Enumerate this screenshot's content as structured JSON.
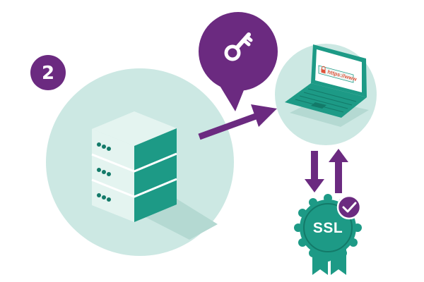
{
  "step": {
    "number": "2"
  },
  "laptop": {
    "url": "https://www"
  },
  "certificate": {
    "label": "SSL"
  },
  "icons": {
    "step": "step-number-badge",
    "server": "server-icon",
    "key": "key-icon",
    "laptop": "laptop-icon",
    "padlock": "padlock-icon",
    "arrows": "bidirectional-arrows-icon",
    "certificate": "ssl-certificate-badge-icon",
    "check": "checkmark-icon"
  },
  "colors": {
    "purple": "#6b2a80",
    "circle": "#cce8e3",
    "teal": "#1d9a86",
    "teal_dark": "#137a69",
    "teal_light": "#dff2ee"
  }
}
